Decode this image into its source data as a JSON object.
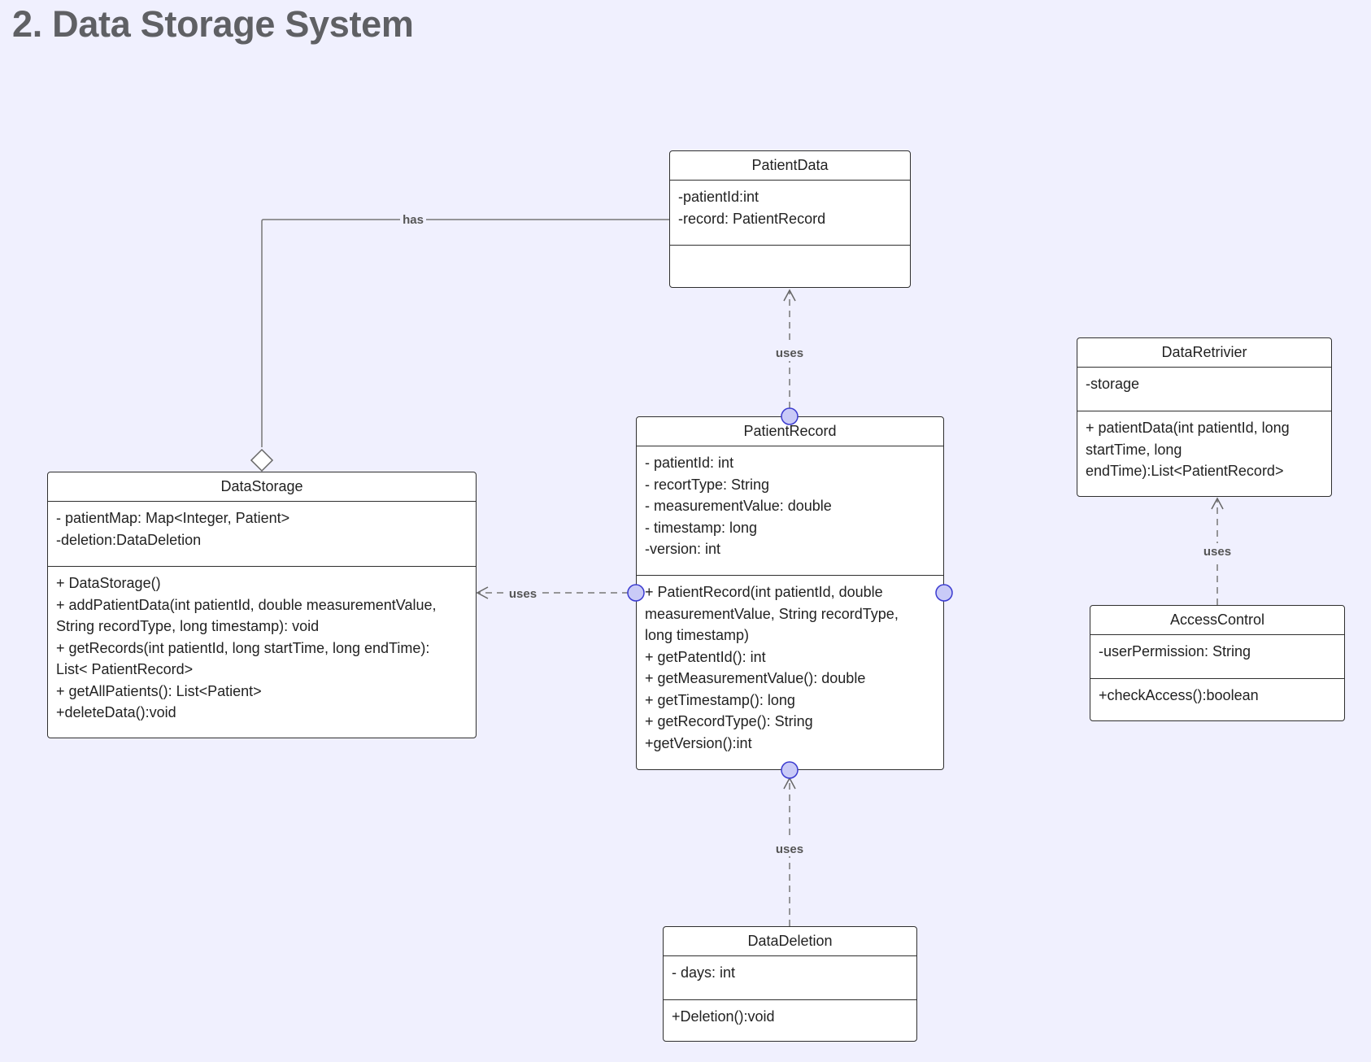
{
  "title": "2. Data Storage System",
  "colors": {
    "background": "#f0f0fe",
    "line": "#777777",
    "port_fill": "#c9caf7",
    "port_stroke": "#3b3bd0"
  },
  "classes": {
    "patient_data": {
      "name": "PatientData",
      "attributes": [
        "-patientId:int",
        "-record: PatientRecord"
      ],
      "operations": []
    },
    "patient_record": {
      "name": "PatientRecord",
      "attributes": [
        "- patientId: int",
        "- recortType: String",
        "- measurementValue: double",
        "- timestamp: long",
        "-version: int"
      ],
      "operations": [
        "+ PatientRecord(int patientId, double",
        "measurementValue, String recordType,",
        "long timestamp)",
        "+ getPatentId(): int",
        "+ getMeasurementValue(): double",
        "+ getTimestamp(): long",
        "+ getRecordType(): String",
        "+getVersion():int"
      ]
    },
    "data_storage": {
      "name": "DataStorage",
      "attributes": [
        "- patientMap: Map<Integer, Patient>",
        "-deletion:DataDeletion"
      ],
      "operations": [
        "+ DataStorage()",
        "+ addPatientData(int patientId, double measurementValue,",
        "String recordType, long timestamp): void",
        "+ getRecords(int patientId, long startTime, long endTime):",
        "List< PatientRecord>",
        "+ getAllPatients(): List<Patient>",
        "+deleteData():void"
      ]
    },
    "data_retrivier": {
      "name": "DataRetrivier",
      "attributes": [
        "-storage"
      ],
      "operations": [
        "+ patientData(int patientId, long",
        "startTime, long",
        "endTime):List<PatientRecord>"
      ]
    },
    "access_control": {
      "name": "AccessControl",
      "attributes": [
        "-userPermission: String"
      ],
      "operations": [
        "+checkAccess():boolean"
      ]
    },
    "data_deletion": {
      "name": "DataDeletion",
      "attributes": [
        "- days: int"
      ],
      "operations": [
        "+Deletion():void"
      ]
    }
  },
  "relations": {
    "has": "has",
    "uses_record_to_data": "uses",
    "uses_record_to_storage": "uses",
    "uses_deletion_to_record": "uses",
    "uses_access_to_retrivier": "uses"
  }
}
